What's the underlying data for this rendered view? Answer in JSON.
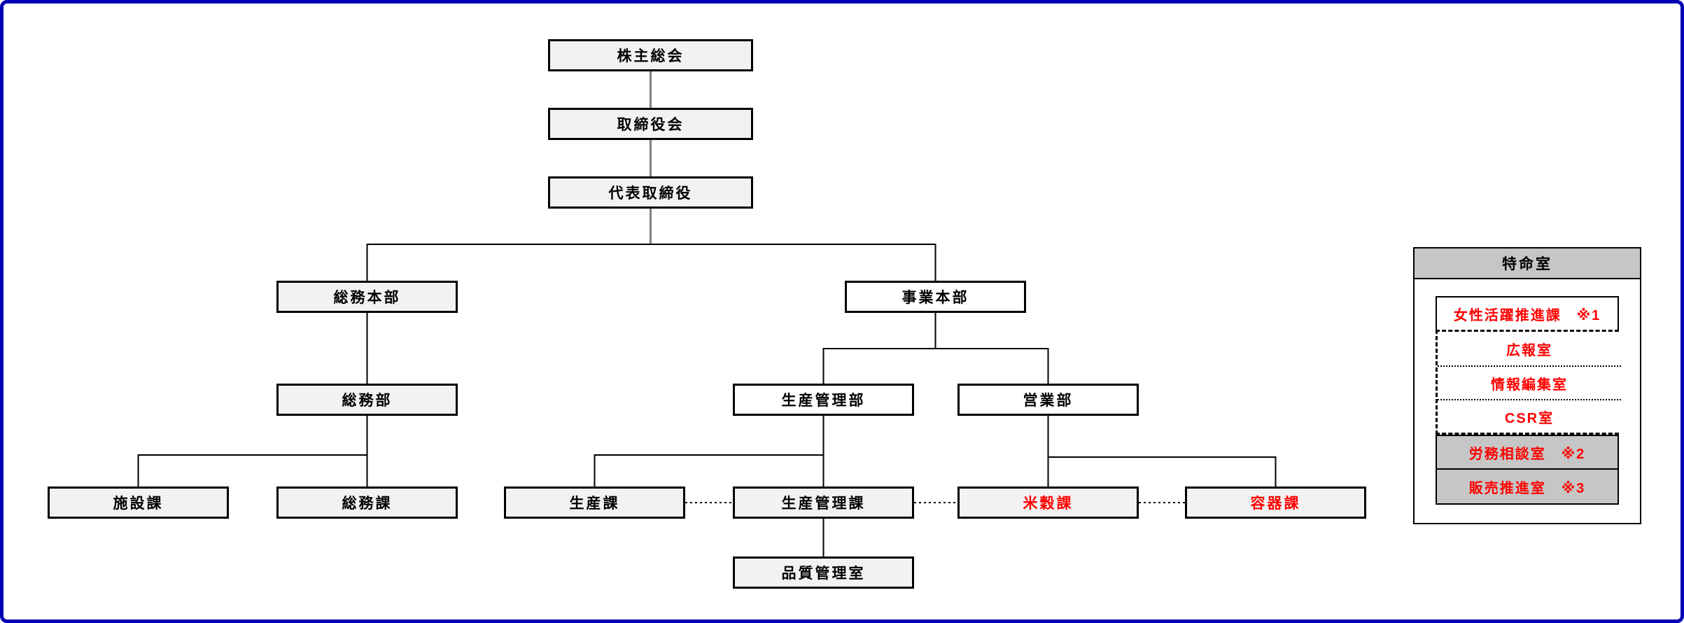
{
  "diagram": {
    "nodes": {
      "shareholders_meeting": "株主総会",
      "board_of_directors": "取締役会",
      "representative_director": "代表取締役",
      "general_affairs_hq": "総務本部",
      "business_hq": "事業本部",
      "general_affairs_dept": "総務部",
      "production_control_dept": "生産管理部",
      "sales_dept": "営業部",
      "facilities_section": "施設課",
      "general_affairs_section": "総務課",
      "production_section": "生産課",
      "production_control_section": "生産管理課",
      "rice_grain_section": "米穀課",
      "container_section": "容器課",
      "quality_control_office": "品質管理室"
    },
    "special_panel": {
      "title": "特命室",
      "cells": [
        {
          "label": "女性活躍推進課　※1"
        },
        {
          "label": "広報室"
        },
        {
          "label": "情報編集室"
        },
        {
          "label": "CSR室"
        },
        {
          "label": "労務相談室　※2"
        },
        {
          "label": "販売推進室　※3"
        }
      ]
    },
    "colors": {
      "box_fill_gray": "#F2F2F2",
      "box_fill_white": "#FFFFFF",
      "panel_header_fill": "#C6C6C6",
      "box_border": "#000000",
      "highlight_text": "#FF0000",
      "connector_gray": "#808080",
      "connector_black": "#000000",
      "frame_border": "#0000B4"
    }
  }
}
